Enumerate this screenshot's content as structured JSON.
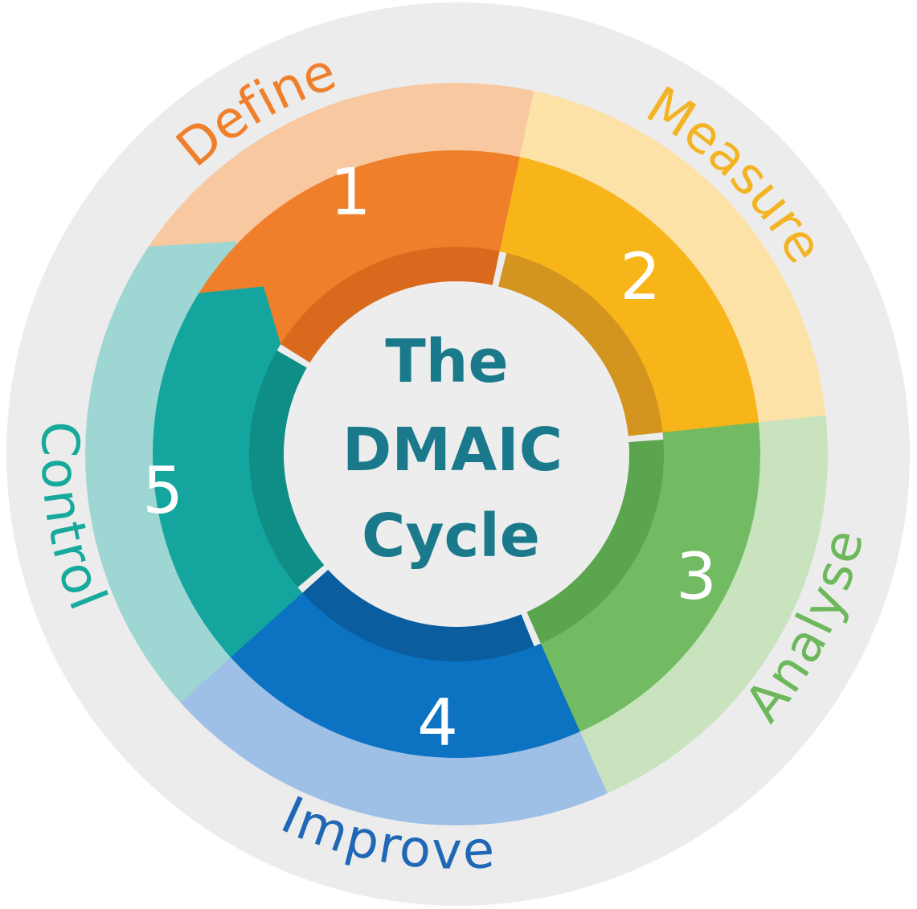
{
  "diagram": {
    "title_lines": [
      "The",
      "DMAIC",
      "Cycle"
    ],
    "background": {
      "page": "#ffffff",
      "ring": "#ececec",
      "center": "#ededed"
    },
    "title_color": "#1a7a8c",
    "phases": [
      {
        "number": "1",
        "name": "Define",
        "color": "#f07f2c",
        "light_color": "#f8c8a0",
        "shade_color": "#d96a1d",
        "label_color": "#f07f2c"
      },
      {
        "number": "2",
        "name": "Measure",
        "color": "#f8b51a",
        "light_color": "#fde2a8",
        "shade_color": "#d39420",
        "label_color": "#f3b323"
      },
      {
        "number": "3",
        "name": "Analyse",
        "color": "#72bb62",
        "light_color": "#c8e3bd",
        "shade_color": "#5aa54d",
        "label_color": "#6cb85b"
      },
      {
        "number": "4",
        "name": "Improve",
        "color": "#0c72c2",
        "light_color": "#9ebfe6",
        "shade_color": "#0a5ea0",
        "label_color": "#2067b5"
      },
      {
        "number": "5",
        "name": "Control",
        "color": "#14a69e",
        "light_color": "#9ed6d3",
        "shade_color": "#0f8e87",
        "label_color": "#17aa9c"
      }
    ]
  }
}
